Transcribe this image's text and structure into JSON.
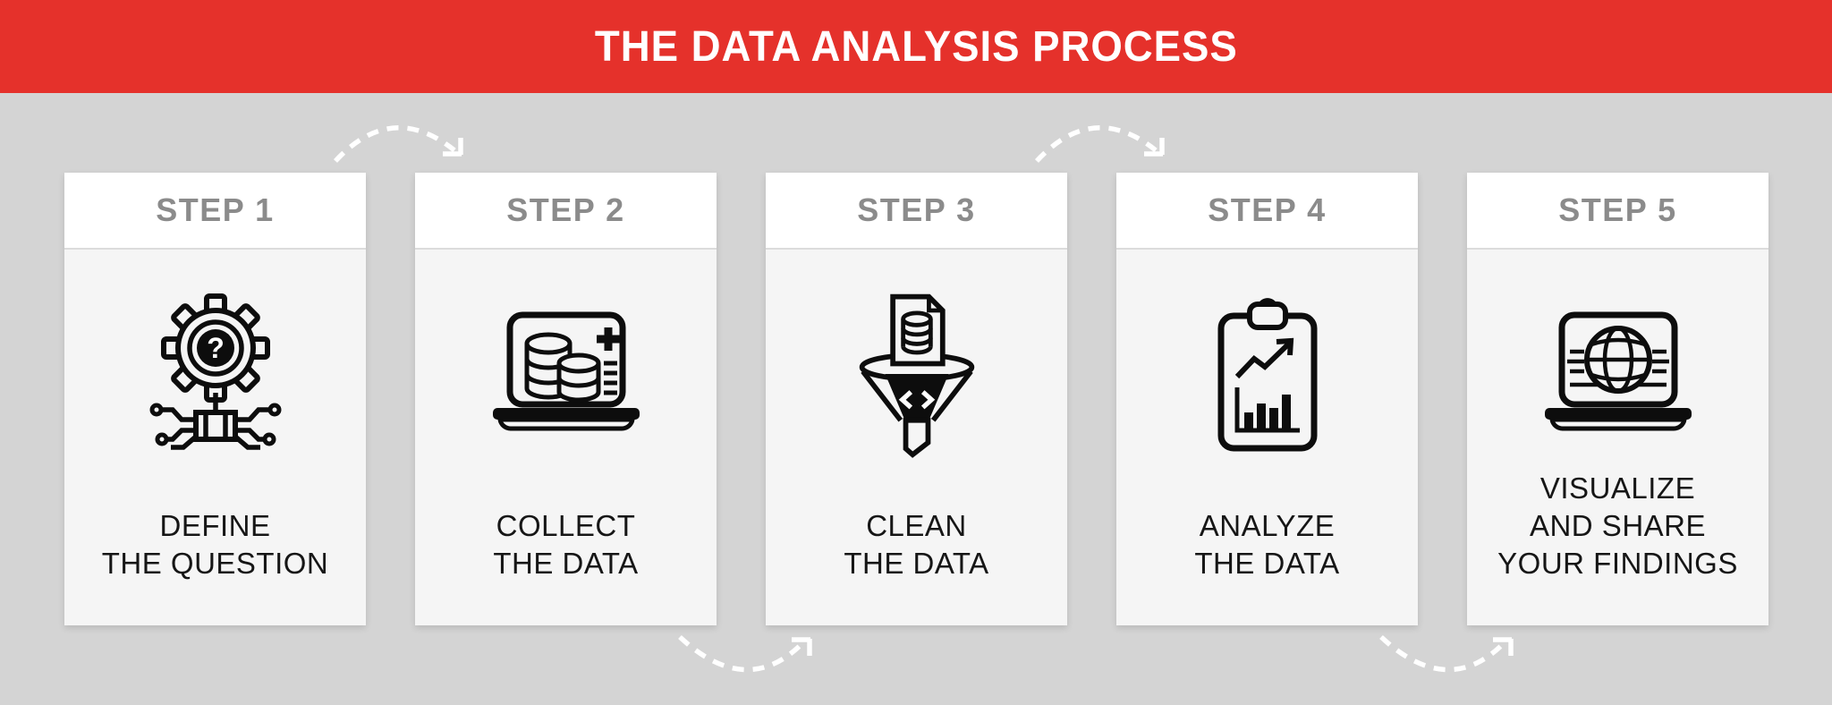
{
  "banner": {
    "title": "THE DATA ANALYSIS PROCESS"
  },
  "steps": [
    {
      "step_label": "STEP 1",
      "caption_lines": [
        "DEFINE",
        "THE QUESTION"
      ],
      "icon": "gear-question-icon"
    },
    {
      "step_label": "STEP 2",
      "caption_lines": [
        "COLLECT",
        "THE DATA"
      ],
      "icon": "laptop-database-add-icon"
    },
    {
      "step_label": "STEP 3",
      "caption_lines": [
        "CLEAN",
        "THE DATA"
      ],
      "icon": "funnel-filter-icon"
    },
    {
      "step_label": "STEP 4",
      "caption_lines": [
        "ANALYZE",
        "THE DATA"
      ],
      "icon": "clipboard-chart-icon"
    },
    {
      "step_label": "STEP 5",
      "caption_lines": [
        "VISUALIZE",
        "AND SHARE",
        "YOUR FINDINGS"
      ],
      "icon": "laptop-globe-icon"
    }
  ],
  "connectors": [
    {
      "name": "dashed-arc-arrow-step1-to-step2",
      "position": "top"
    },
    {
      "name": "dashed-arc-arrow-step2-to-step3",
      "position": "bottom"
    },
    {
      "name": "dashed-arc-arrow-step3-to-step4",
      "position": "top"
    },
    {
      "name": "dashed-arc-arrow-step4-to-step5",
      "position": "bottom"
    }
  ],
  "colors": {
    "banner_red": "#e5312b",
    "background_gray": "#d4d4d4",
    "card_body": "#f5f5f5",
    "card_header": "#ffffff",
    "step_label_gray": "#8b8b8b",
    "caption_black": "#161616",
    "icon_black": "#0d0d0d",
    "arrow_white": "#ffffff"
  }
}
